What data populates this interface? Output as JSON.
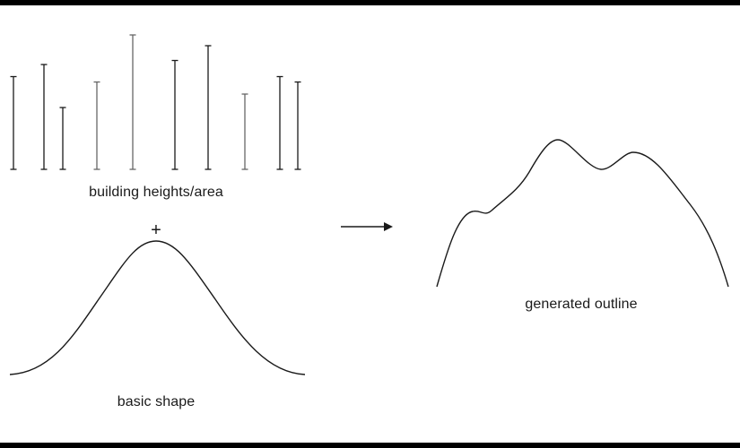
{
  "labels": {
    "heights": "building heights/area",
    "basic": "basic shape",
    "outline": "generated outline",
    "plus": "+"
  },
  "colors": {
    "stroke": "#1a1a1a",
    "stroke_light": "#666666",
    "background": "#ffffff",
    "frame": "#000000"
  },
  "heights_bars": [
    {
      "value": 0.69,
      "tone": "dark"
    },
    {
      "value": 0.78,
      "tone": "dark"
    },
    {
      "value": 0.46,
      "tone": "dark"
    },
    {
      "value": 0.65,
      "tone": "light"
    },
    {
      "value": 1.0,
      "tone": "light"
    },
    {
      "value": 0.81,
      "tone": "dark"
    },
    {
      "value": 0.92,
      "tone": "dark"
    },
    {
      "value": 0.56,
      "tone": "light"
    },
    {
      "value": 0.69,
      "tone": "dark"
    },
    {
      "value": 0.65,
      "tone": "dark"
    }
  ]
}
